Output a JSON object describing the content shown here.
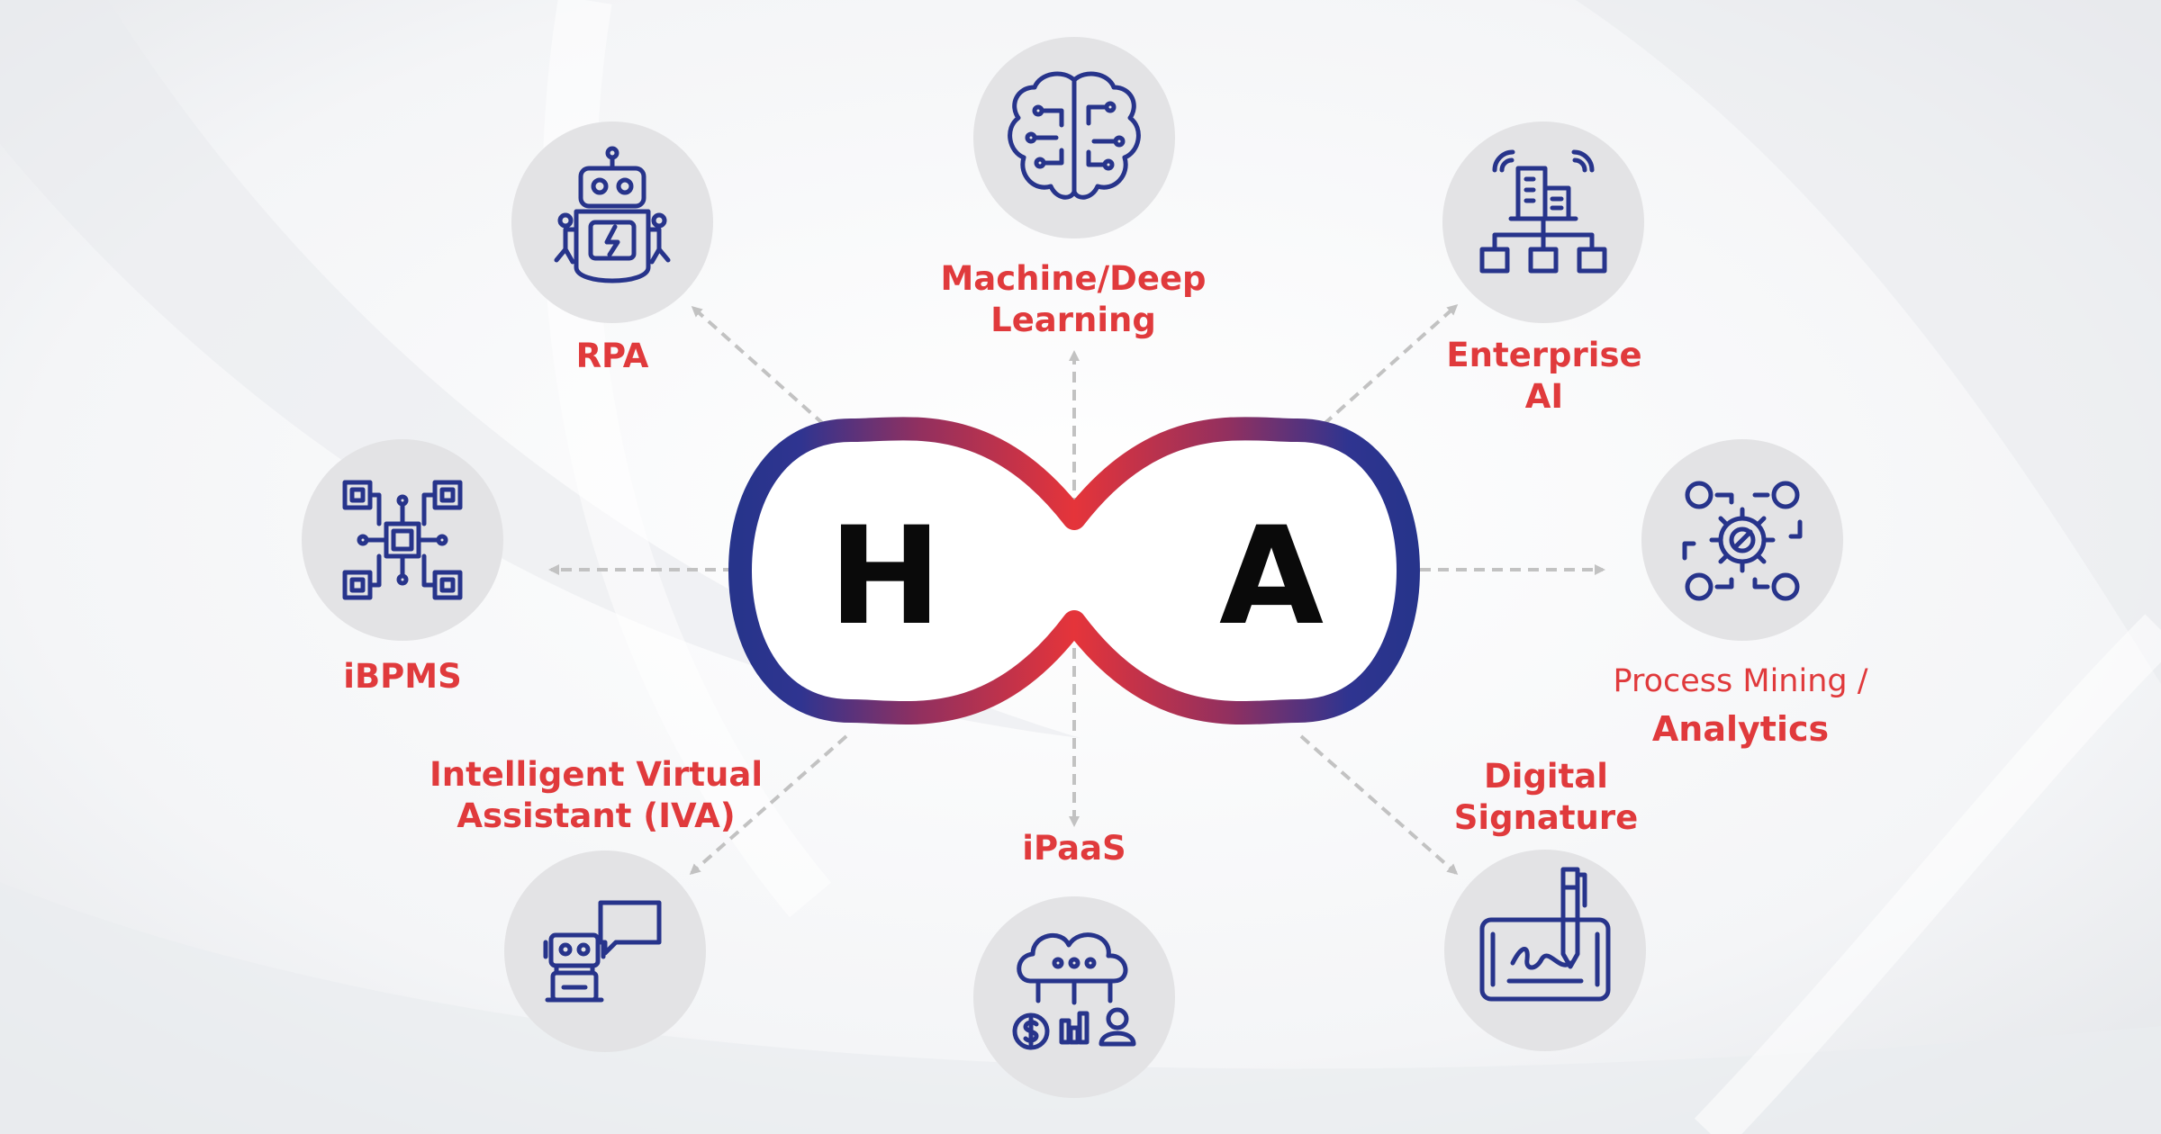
{
  "diagram": {
    "left_letter": "H",
    "right_letter": "A",
    "colors": {
      "blue": "#27348b",
      "red": "#e5343a",
      "label_red": "#e03a3c",
      "circle_gray": "#e3e3e5",
      "arrow_gray": "#c2c2c2"
    },
    "nodes": [
      {
        "id": "rpa",
        "label_lines": [
          "RPA"
        ],
        "icon": "robot-icon"
      },
      {
        "id": "ml",
        "label_lines": [
          "Machine/Deep",
          "Learning"
        ],
        "icon": "brain-circuit-icon"
      },
      {
        "id": "eai",
        "label_lines": [
          "Enterprise",
          "AI"
        ],
        "icon": "enterprise-network-icon"
      },
      {
        "id": "ibpms",
        "label_lines": [
          "iBPMS"
        ],
        "icon": "circuit-chip-icon"
      },
      {
        "id": "pm",
        "label_lines": [
          "Process Mining /",
          "Analytics"
        ],
        "icon": "process-gear-icon"
      },
      {
        "id": "iva",
        "label_lines": [
          "Intelligent Virtual",
          "Assistant (IVA)"
        ],
        "icon": "chatbot-ai-icon"
      },
      {
        "id": "ipaas",
        "label_lines": [
          "iPaaS"
        ],
        "icon": "cloud-services-icon"
      },
      {
        "id": "ds",
        "label_lines": [
          "Digital",
          "Signature"
        ],
        "icon": "tablet-signature-icon"
      }
    ]
  }
}
